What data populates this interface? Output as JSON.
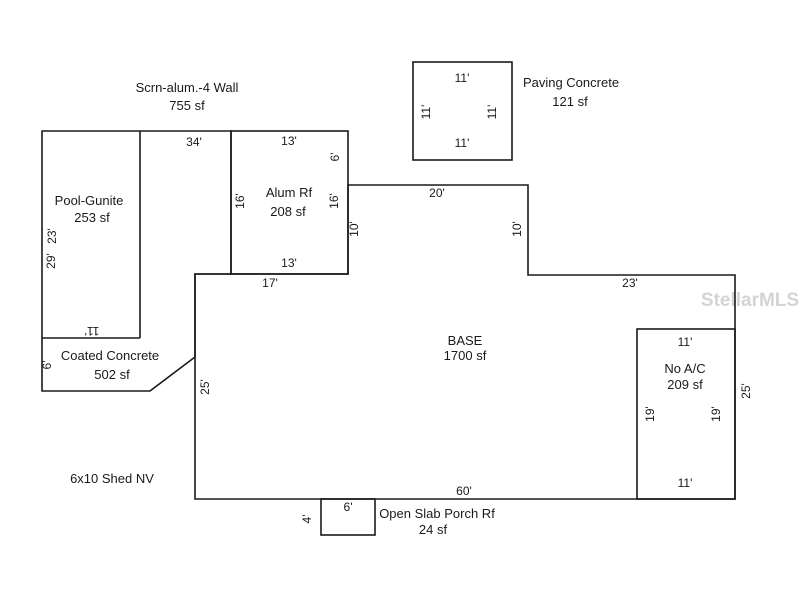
{
  "areas": {
    "screen": {
      "name": "Scrn-alum.-4 Wall",
      "area": "755 sf",
      "dim_top": "34'"
    },
    "paving": {
      "name": "Paving Concrete",
      "area": "121 sf",
      "dim_top": "11'",
      "dim_bottom": "11'",
      "dim_left": "11'",
      "dim_right": "11'"
    },
    "pool": {
      "name": "Pool-Gunite",
      "area": "253 sf",
      "dim_left": "23'",
      "dim_bottom": "11'"
    },
    "alum": {
      "name": "Alum Rf",
      "area": "208 sf",
      "dim_top": "13'",
      "dim_bottom": "13'",
      "dim_left": "16'",
      "dim_right": "16'",
      "dim_corner": "6'"
    },
    "coated": {
      "name": "Coated Concrete",
      "area": "502 sf",
      "dim_left": "6'"
    },
    "base": {
      "name": "BASE",
      "area": "1700 sf",
      "dim_top_a": "17'",
      "dim_top_b": "20'",
      "dim_step_a": "10'",
      "dim_step_b": "10'",
      "dim_top_c": "23'",
      "dim_left": "25'",
      "dim_right": "25'",
      "dim_bottom": "60'"
    },
    "noac": {
      "name": "No A/C",
      "area": "209 sf",
      "dim_top": "11'",
      "dim_bottom": "11'",
      "dim_left": "19'",
      "dim_right": "19'"
    },
    "porch": {
      "name": "Open Slab Porch Rf",
      "area": "24 sf",
      "dim_top": "6'",
      "dim_left": "4'"
    },
    "outer": {
      "dim_left": "29'"
    },
    "shed": {
      "name": "6x10 Shed NV"
    }
  },
  "watermark": "StellarMLS"
}
